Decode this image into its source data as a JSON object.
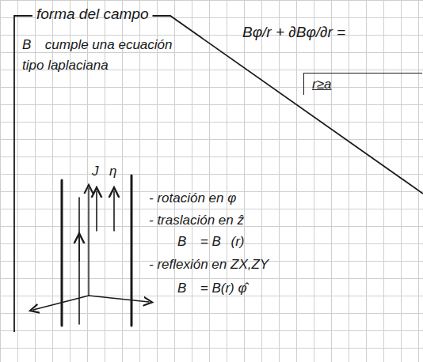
{
  "diagram": {
    "nodes": [
      {
        "text": [
          "forma del campo"
        ]
      },
      {
        "text": [
          "r≥a"
        ]
      }
    ],
    "labels": [
      "B⃗ cumple una ecuación tipo laplaciana",
      "J⃗",
      "η⃗",
      "- rotación en φ",
      "- traslación en ẑ",
      "B⃗ = B⃗(r)",
      "- reflexión en ZX,ZY",
      "B⃗ = B(r) φ̂",
      "Bφ/r + ∂Bφ/∂r ="
    ]
  }
}
